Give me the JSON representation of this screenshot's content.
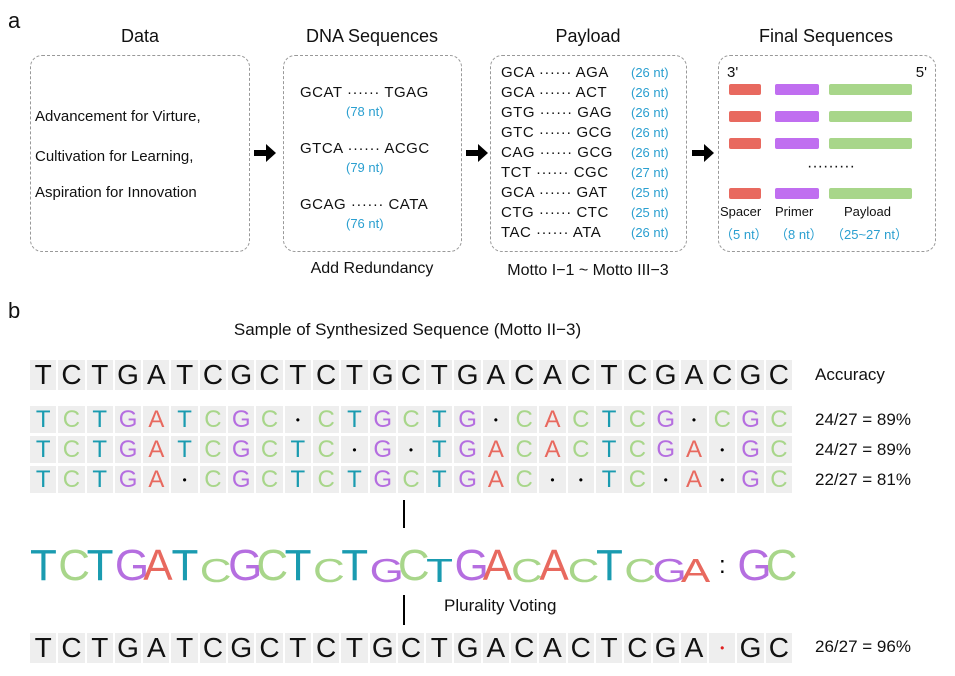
{
  "panel_a": {
    "label": "a",
    "titles": [
      "Data",
      "DNA Sequences",
      "Payload",
      "Final Sequences"
    ],
    "data_lines": [
      "Advancement for Virture,",
      "Cultivation for Learning,",
      "Aspiration for Innovation"
    ],
    "dna": [
      {
        "start": "GCAT",
        "end": "TGAG",
        "len": "(78 nt)"
      },
      {
        "start": "GTCA",
        "end": "ACGC",
        "len": "(79 nt)"
      },
      {
        "start": "GCAG",
        "end": "CATA",
        "len": "(76 nt)"
      }
    ],
    "dna_caption": "Add Redundancy",
    "payload": [
      {
        "start": "GCA",
        "end": "AGA",
        "len": "(26 nt)"
      },
      {
        "start": "GCA",
        "end": "ACT",
        "len": "(26 nt)"
      },
      {
        "start": "GTG",
        "end": "GAG",
        "len": "(26 nt)"
      },
      {
        "start": "GTC",
        "end": "GCG",
        "len": "(26 nt)"
      },
      {
        "start": "CAG",
        "end": "GCG",
        "len": "(26 nt)"
      },
      {
        "start": "TCT",
        "end": "CGC",
        "len": "(27 nt)"
      },
      {
        "start": "GCA",
        "end": "GAT",
        "len": "(25 nt)"
      },
      {
        "start": "CTG",
        "end": "CTC",
        "len": "(25 nt)"
      },
      {
        "start": "TAC",
        "end": "ATA",
        "len": "(26 nt)"
      }
    ],
    "payload_caption": "Motto I−1 ~ Motto III−3",
    "final": {
      "end3": "3'",
      "end5": "5'",
      "ellipsis": "·········",
      "parts": [
        {
          "name": "Spacer",
          "len": "（5 nt）",
          "color": "#e8695f"
        },
        {
          "name": "Primer",
          "len": "（8 nt）",
          "color": "#c06ef0"
        },
        {
          "name": "Payload",
          "len": "（25~27 nt）",
          "color": "#a8d68a"
        }
      ]
    },
    "dots": "······"
  },
  "panel_b": {
    "label": "b",
    "title": "Sample of Synthesized Sequence (Motto II−3)",
    "accuracy_header": "Accuracy",
    "reference": "TCTGATCGCTCTGCTGACACTCGACGC",
    "reads": [
      {
        "seq": "TCTGATCGC·CTGCTG·CACTCG·CGC",
        "accuracy": "24/27 = 89%"
      },
      {
        "seq": "TCTGATCGCTC·G·TGACACTCGA·GC",
        "accuracy": "24/27 = 89%"
      },
      {
        "seq": "TCTGA·CGCTCTGCTGAC··TC·A·GC",
        "accuracy": "22/27 = 81%"
      }
    ],
    "logo": "TCTGATCGCTCTGCTGACACTCGA·GC",
    "voting_label": "Plurality Voting",
    "consensus": {
      "seq": "TCTGATCGCTCTGCTGACACTCGA·GC",
      "accuracy": "26/27 = 96%"
    },
    "colors": {
      "T": "#1a9bb0",
      "C": "#a8d68a",
      "G": "#b56ee0",
      "A": "#e8695f",
      "gap": "#000000",
      "consensus_gap": "#e02020"
    }
  }
}
